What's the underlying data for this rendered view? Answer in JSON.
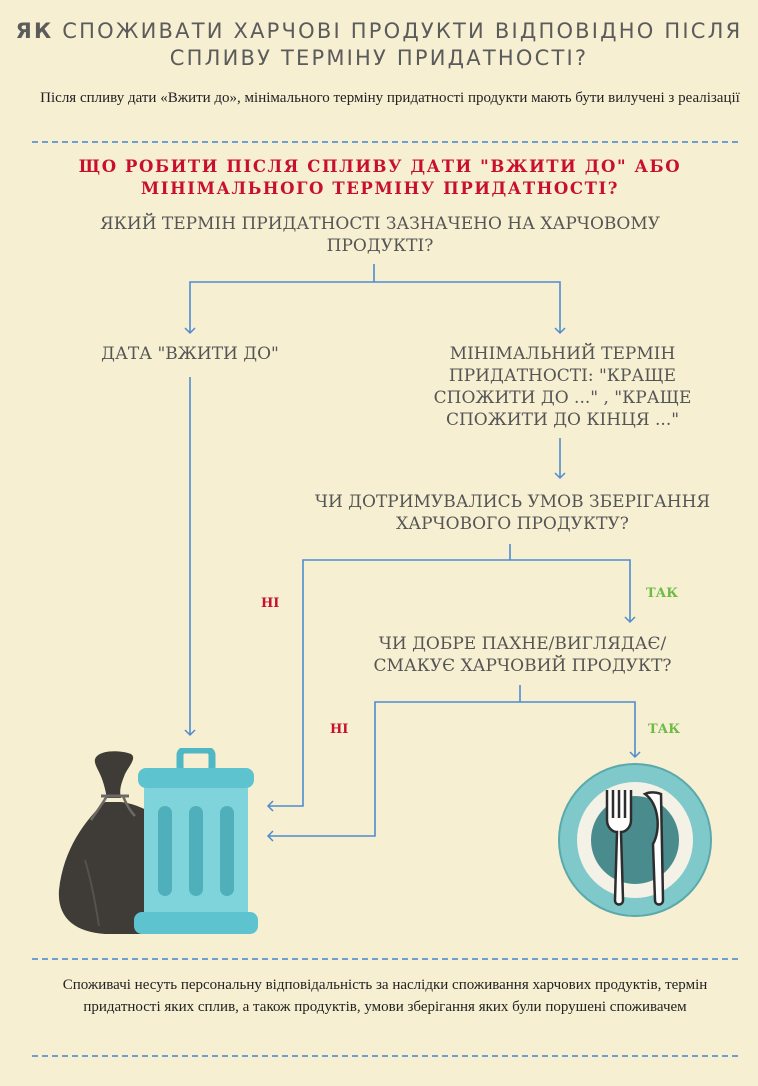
{
  "header": {
    "title_bold": "ЯК",
    "title_rest": " СПОЖИВАТИ ХАРЧОВІ ПРОДУКТИ ВІДПОВІДНО ПІСЛЯ СПЛИВУ ТЕРМІНУ ПРИДАТНОСТІ?",
    "subtitle": "Після спливу дати «Вжити до», мінімального терміну придатності продукти мають бути вилучені з реалізації"
  },
  "section": {
    "heading": "ЩО РОБИТИ ПІСЛЯ СПЛИВУ ДАТИ \"ВЖИТИ ДО\" АБО МІНІМАЛЬНОГО ТЕРМІНУ ПРИДАТНОСТІ?"
  },
  "flow": {
    "q1": "ЯКИЙ ТЕРМІН ПРИДАТНОСТІ ЗАЗНАЧЕНО НА ХАРЧОВОМУ ПРОДУКТІ?",
    "left_branch": "ДАТА \"ВЖИТИ ДО\"",
    "right_branch": "МІНІМАЛЬНИЙ ТЕРМІН ПРИДАТНОСТІ: \"КРАЩЕ СПОЖИТИ ДО ...\" , \"КРАЩЕ СПОЖИТИ ДО КІНЦЯ ...\"",
    "q2": "ЧИ ДОТРИМУВАЛИСЬ УМОВ ЗБЕРІГАННЯ ХАРЧОВОГО ПРОДУКТУ?",
    "q2_no": "НІ",
    "q2_yes": "ТАК",
    "q3": "ЧИ ДОБРЕ ПАХНЕ/ВИГЛЯДАЄ/ СМАКУЄ ХАРЧОВИЙ ПРОДУКТ?",
    "q3_no": "НІ",
    "q3_yes": "ТАК"
  },
  "footer": {
    "text": "Споживачі несуть персональну відповідальність за наслідки споживання харчових продуктів, термін придатності яких сплив, а також продуктів, умови зберігання яких були порушені споживачем"
  },
  "colors": {
    "background": "#f6efd2",
    "accent_red": "#c8102e",
    "accent_green": "#6dbb45",
    "line_blue": "#4f8ccf",
    "bin_teal": "#6ccdd6",
    "bag_dark": "#3f3b37",
    "plate_teal": "#7fc9cb"
  },
  "icons": [
    "garbage-bag-icon",
    "trash-bin-icon",
    "plate-cutlery-icon"
  ]
}
